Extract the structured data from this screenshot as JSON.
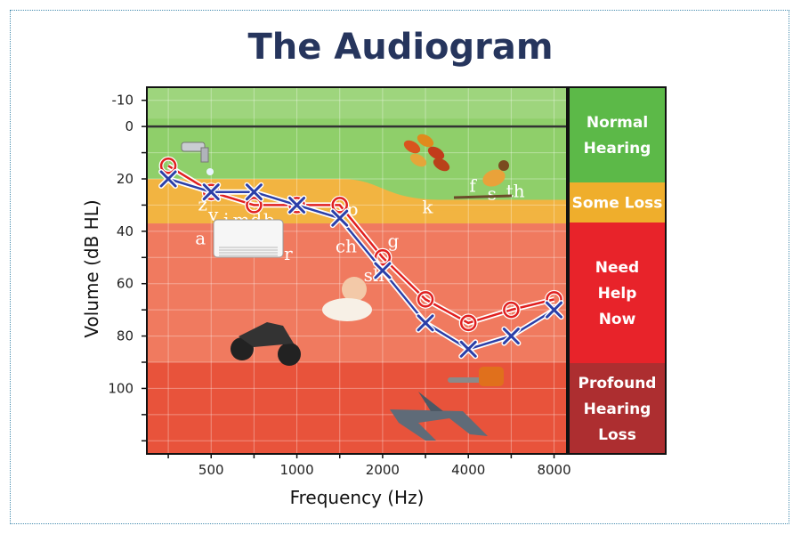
{
  "title": "The Audiogram",
  "colors": {
    "normal": "#8fcf6a",
    "some_loss": "#f2b441",
    "need_help": "#f07a5f",
    "profound": "#e8533b",
    "normal_band": "#5cb948",
    "some_loss_band": "#efae2c",
    "need_help_band": "#e8232a",
    "profound_band": "#ad2e30",
    "right_ear": "#e02020",
    "left_ear": "#2b3fa8"
  },
  "chart_data": {
    "type": "line",
    "title": "The Audiogram",
    "xlabel": "Frequency (Hz)",
    "ylabel": "Volume (dB HL)",
    "x_positions": [
      0,
      1,
      2,
      3,
      4,
      5,
      6,
      7,
      8,
      9
    ],
    "x_tick_labels": [
      {
        "pos": 1,
        "label": "500"
      },
      {
        "pos": 3,
        "label": "1000"
      },
      {
        "pos": 5,
        "label": "2000"
      },
      {
        "pos": 7,
        "label": "4000"
      },
      {
        "pos": 9,
        "label": "8000"
      }
    ],
    "y_ticks": [
      {
        "value": -10,
        "label": "-10"
      },
      {
        "value": 0,
        "label": "0"
      },
      {
        "value": 10,
        "label": ""
      },
      {
        "value": 20,
        "label": "20"
      },
      {
        "value": 30,
        "label": ""
      },
      {
        "value": 40,
        "label": "40"
      },
      {
        "value": 50,
        "label": ""
      },
      {
        "value": 60,
        "label": "60"
      },
      {
        "value": 70,
        "label": ""
      },
      {
        "value": 80,
        "label": "80"
      },
      {
        "value": 90,
        "label": ""
      },
      {
        "value": 100,
        "label": "100"
      },
      {
        "value": 110,
        "label": ""
      },
      {
        "value": 120,
        "label": ""
      }
    ],
    "ylim": [
      -15,
      125
    ],
    "y_inverted": true,
    "grid": true,
    "series": [
      {
        "marker": "circle",
        "color": "#e02020",
        "values": [
          15,
          25,
          30,
          30,
          30,
          50,
          66,
          75,
          70,
          66
        ]
      },
      {
        "marker": "x",
        "color": "#2b3fa8",
        "values": [
          20,
          25,
          25,
          30,
          35,
          55,
          75,
          85,
          80,
          70
        ]
      }
    ],
    "zones": [
      {
        "label": [
          "Normal",
          "Hearing"
        ],
        "from": -15,
        "to": 20
      },
      {
        "label": [
          "Some Loss"
        ],
        "from": 20,
        "to": 37
      },
      {
        "label": [
          "Need",
          "Help",
          "Now"
        ],
        "from": 37,
        "to": 90
      },
      {
        "label": [
          "Profound",
          "Hearing",
          "Loss"
        ],
        "from": 90,
        "to": 125
      }
    ],
    "speech_sounds": [
      {
        "text": "z",
        "x": 0.8,
        "y": 32
      },
      {
        "text": "v",
        "x": 1.05,
        "y": 36
      },
      {
        "text": "j",
        "x": 1.35,
        "y": 38
      },
      {
        "text": "m",
        "x": 1.7,
        "y": 38
      },
      {
        "text": "d",
        "x": 2.05,
        "y": 38
      },
      {
        "text": "b",
        "x": 2.35,
        "y": 38
      },
      {
        "text": "a",
        "x": 0.75,
        "y": 45
      },
      {
        "text": "r",
        "x": 2.8,
        "y": 51
      },
      {
        "text": "p",
        "x": 4.3,
        "y": 34
      },
      {
        "text": "ch",
        "x": 4.15,
        "y": 48
      },
      {
        "text": "g",
        "x": 5.25,
        "y": 46
      },
      {
        "text": "sh",
        "x": 4.8,
        "y": 59
      },
      {
        "text": "k",
        "x": 6.05,
        "y": 33
      },
      {
        "text": "f",
        "x": 7.1,
        "y": 25
      },
      {
        "text": "s",
        "x": 7.55,
        "y": 28
      },
      {
        "text": "th",
        "x": 8.1,
        "y": 27
      }
    ]
  }
}
